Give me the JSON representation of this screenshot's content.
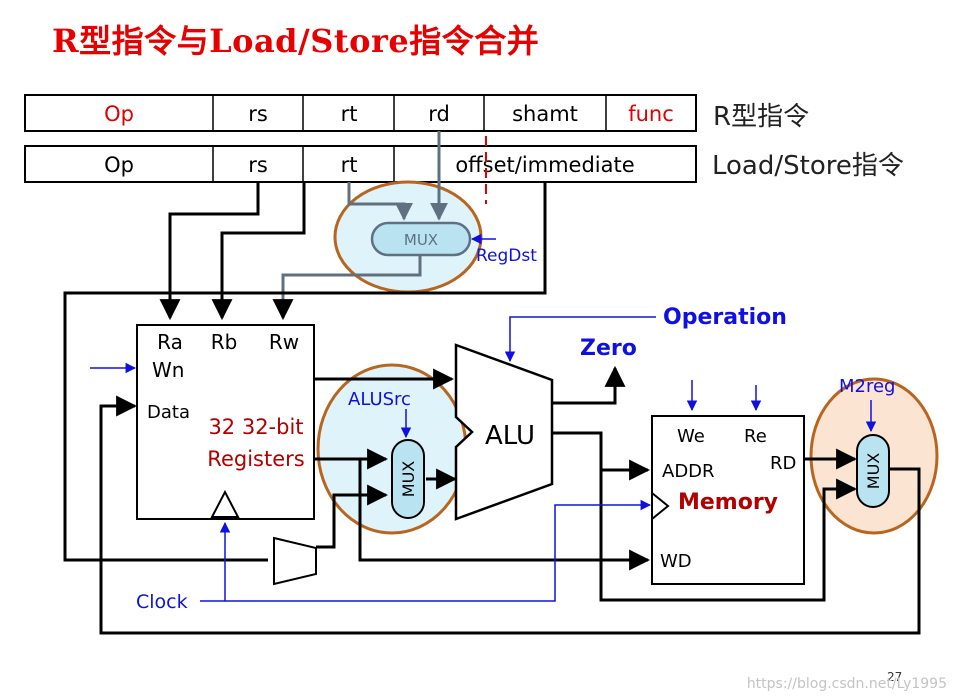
{
  "title": "R型指令与Load/Store指令合并",
  "r_format": {
    "name": "R型指令",
    "fields": [
      "Op",
      "rs",
      "rt",
      "rd",
      "shamt",
      "func"
    ]
  },
  "ls_format": {
    "name": "Load/Store指令",
    "fields": [
      "Op",
      "rs",
      "rt",
      "offset/immediate"
    ]
  },
  "regdst_mux": {
    "label": "MUX",
    "control": "RegDst"
  },
  "register_file": {
    "ports": [
      "Ra",
      "Rb",
      "Rw"
    ],
    "wn": "Wn",
    "data": "Data",
    "title_line1": "32 32-bit",
    "title_line2": "Registers"
  },
  "alusrc_mux": {
    "label": "MUX",
    "control": "ALUSrc"
  },
  "alu": {
    "label": "ALU",
    "operation": "Operation",
    "zero": "Zero"
  },
  "memory": {
    "we": "We",
    "re": "Re",
    "addr": "ADDR",
    "rd": "RD",
    "title": "Memory",
    "wd": "WD"
  },
  "m2reg_mux": {
    "label": "MUX",
    "control": "M2reg"
  },
  "clock": "Clock",
  "page_number": "27",
  "watermark": "https://blog.csdn.net/Ly1995"
}
